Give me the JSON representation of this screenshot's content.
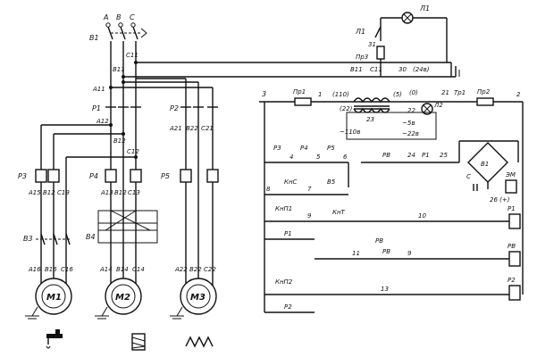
{
  "phases": [
    "A",
    "B",
    "C"
  ],
  "switch": {
    "label": "B1"
  },
  "supply_nodes": [
    "A11",
    "B11",
    "C11"
  ],
  "contactor_labels": [
    "P1",
    "P2"
  ],
  "row_a12": [
    "A12",
    "B12",
    "C12"
  ],
  "row_a21": [
    "A21",
    "B22",
    "C21"
  ],
  "relays_left": [
    "P3",
    "P4",
    "P5"
  ],
  "terminals_p3": [
    "A15",
    "B12",
    "C19"
  ],
  "terminals_p4": [
    "A13",
    "B12",
    "C13"
  ],
  "switch_b3": "B3",
  "switch_b4": "B4",
  "motor_terms_1": [
    "A16",
    "B16",
    "C16"
  ],
  "motor_terms_2": [
    "A14",
    "B14",
    "C14"
  ],
  "motor_terms_3": [
    "A22",
    "B22",
    "C22"
  ],
  "motors": [
    "M1",
    "M2",
    "M3"
  ],
  "lamp": {
    "switch": "Л1",
    "lamp": "Л1",
    "wire": "31",
    "fuse": "Пр3"
  },
  "top_line": [
    "B11",
    "C11",
    "30",
    "(24в)"
  ],
  "transformer": {
    "n3": "3",
    "fuse": "Пр1",
    "n1": "1",
    "tap110": "(110)",
    "tap22": "(22)",
    "tap5": "(5)",
    "tap0": "(0)",
    "n21": "21",
    "tr": "Тр1",
    "fuse2": "Пр2",
    "n2": "2",
    "n23": "23",
    "n22": "22",
    "lamp2": "Л2",
    "v110": "~110в",
    "v5": "~5в",
    "v22": "~22в"
  },
  "ctrl_row1": {
    "labels": [
      "P3",
      "P4",
      "P5"
    ],
    "nums": [
      "4",
      "5",
      "6"
    ]
  },
  "ctrl_row_pb": {
    "pb": "РВ",
    "n24": "24",
    "p1": "P1",
    "n25": "25"
  },
  "bridge": {
    "label": "В1",
    "cap": "С",
    "em": "ЭМ",
    "node": "26 (+)"
  },
  "ctrl_row2": {
    "n8": "8",
    "knc": "КнС",
    "n7": "7",
    "b5": "В5"
  },
  "ctrl_row3": {
    "knp1": "КнП1",
    "n9": "9",
    "knt": "КнТ",
    "n10": "10",
    "coil": "P1"
  },
  "ctrl_row4": {
    "p1": "P1",
    "pb": "РВ",
    "n11": "11",
    "pb2": "РВ",
    "n9b": "9",
    "coil": "РВ"
  },
  "ctrl_row5": {
    "knp2": "КнП2",
    "n13": "13",
    "coil": "P2",
    "p2": "P2"
  }
}
